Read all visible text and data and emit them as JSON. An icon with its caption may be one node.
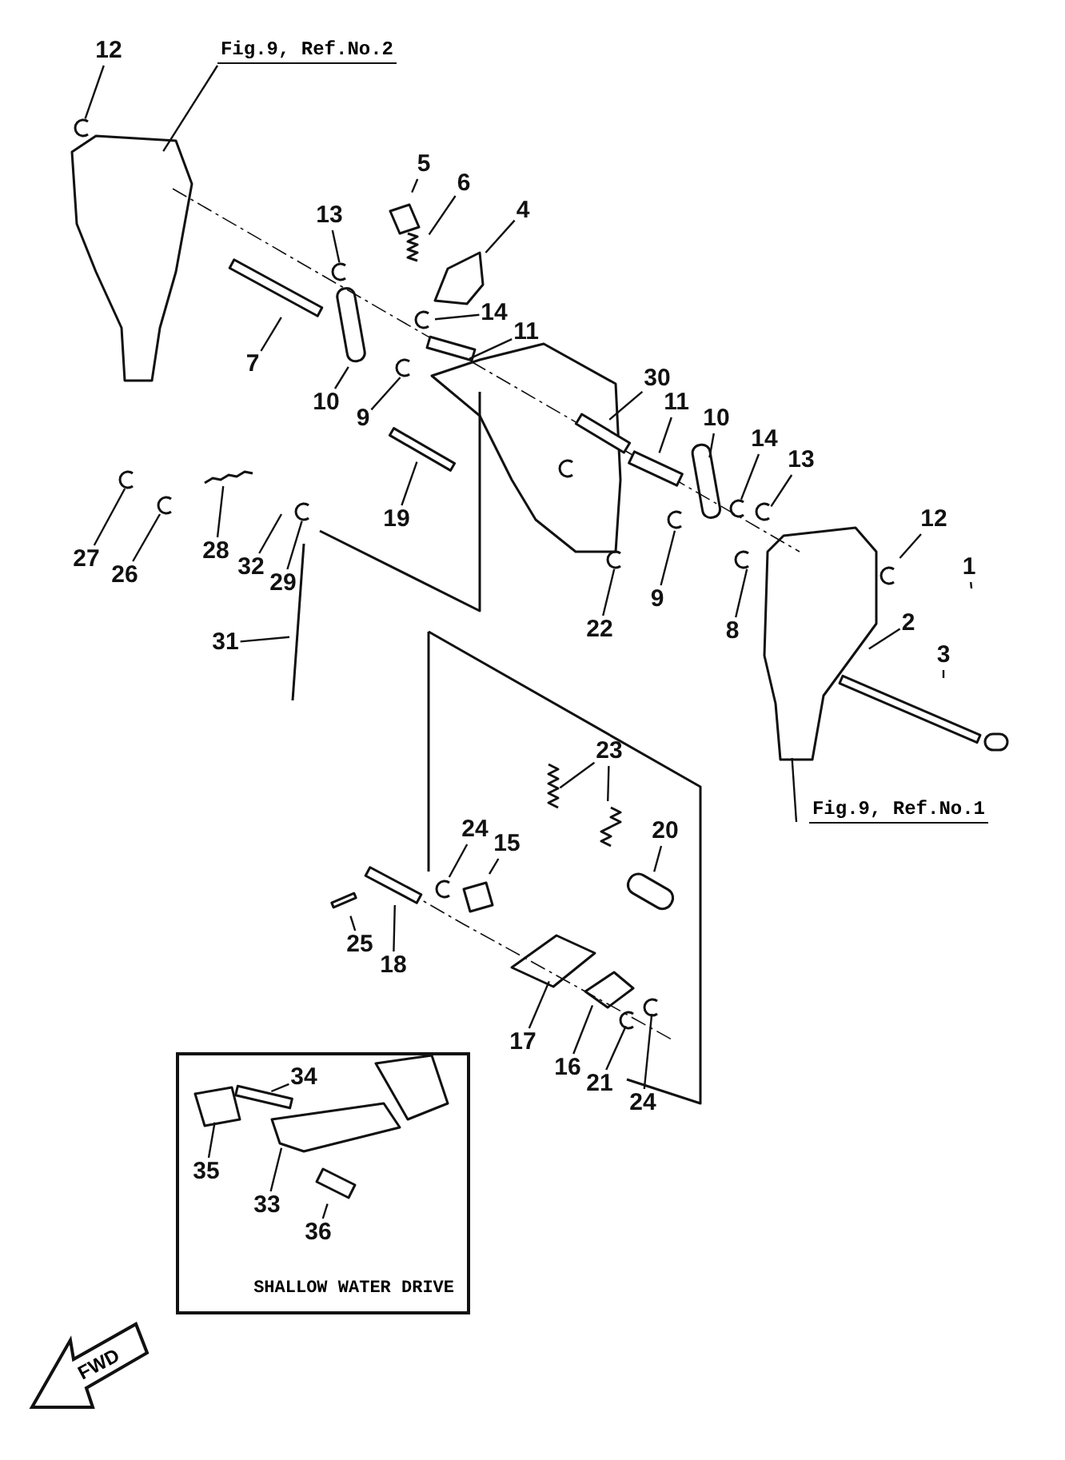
{
  "diagram": {
    "nodes": [
      {
        "text": [
          "12"
        ]
      },
      {
        "text": [
          "Fig.9, Ref.No.2"
        ]
      },
      {
        "text": [
          "5"
        ]
      },
      {
        "text": [
          "6"
        ]
      },
      {
        "text": [
          "4"
        ]
      },
      {
        "text": [
          "13"
        ]
      },
      {
        "text": [
          "14"
        ]
      },
      {
        "text": [
          "7"
        ]
      },
      {
        "text": [
          "11"
        ]
      },
      {
        "text": [
          "10"
        ]
      },
      {
        "text": [
          "9"
        ]
      },
      {
        "text": [
          "30"
        ]
      },
      {
        "text": [
          "11"
        ]
      },
      {
        "text": [
          "10"
        ]
      },
      {
        "text": [
          "14"
        ]
      },
      {
        "text": [
          "13"
        ]
      },
      {
        "text": [
          "19"
        ]
      },
      {
        "text": [
          "27"
        ]
      },
      {
        "text": [
          "26"
        ]
      },
      {
        "text": [
          "28"
        ]
      },
      {
        "text": [
          "32"
        ]
      },
      {
        "text": [
          "29"
        ]
      },
      {
        "text": [
          "31"
        ]
      },
      {
        "text": [
          "22"
        ]
      },
      {
        "text": [
          "9"
        ]
      },
      {
        "text": [
          "8"
        ]
      },
      {
        "text": [
          "12"
        ]
      },
      {
        "text": [
          "1"
        ]
      },
      {
        "text": [
          "2"
        ]
      },
      {
        "text": [
          "3"
        ]
      },
      {
        "text": [
          "Fig.9, Ref.No.1"
        ]
      },
      {
        "text": [
          "23"
        ]
      },
      {
        "text": [
          "24"
        ]
      },
      {
        "text": [
          "15"
        ]
      },
      {
        "text": [
          "20"
        ]
      },
      {
        "text": [
          "25"
        ]
      },
      {
        "text": [
          "18"
        ]
      },
      {
        "text": [
          "17"
        ]
      },
      {
        "text": [
          "16"
        ]
      },
      {
        "text": [
          "21"
        ]
      },
      {
        "text": [
          "24"
        ]
      },
      {
        "text": [
          "SHALLOW WATER DRIVE"
        ]
      },
      {
        "text": [
          "34"
        ],
        "in": 41
      },
      {
        "text": [
          "35"
        ],
        "in": 41
      },
      {
        "text": [
          "33"
        ],
        "in": 41
      },
      {
        "text": [
          "36"
        ],
        "in": 41
      }
    ],
    "edges": [
      {
        "from": 0,
        "to": null,
        "arrow": "none"
      },
      {
        "from": 1,
        "to": null,
        "arrow": "none"
      },
      {
        "from": 2,
        "to": null,
        "arrow": "none"
      },
      {
        "from": 3,
        "to": null,
        "arrow": "none"
      },
      {
        "from": 4,
        "to": null,
        "arrow": "none"
      },
      {
        "from": 5,
        "to": null,
        "arrow": "none"
      },
      {
        "from": 6,
        "to": null,
        "arrow": "none"
      },
      {
        "from": 7,
        "to": null,
        "arrow": "none"
      },
      {
        "from": 8,
        "to": null,
        "arrow": "none"
      },
      {
        "from": 9,
        "to": null,
        "arrow": "none"
      },
      {
        "from": 10,
        "to": null,
        "arrow": "none"
      },
      {
        "from": 11,
        "to": null,
        "arrow": "none"
      },
      {
        "from": 12,
        "to": null,
        "arrow": "none"
      },
      {
        "from": 13,
        "to": null,
        "arrow": "none"
      },
      {
        "from": 14,
        "to": null,
        "arrow": "none"
      },
      {
        "from": 15,
        "to": null,
        "arrow": "none"
      },
      {
        "from": 16,
        "to": null,
        "arrow": "none"
      },
      {
        "from": 17,
        "to": null,
        "arrow": "none"
      },
      {
        "from": 18,
        "to": null,
        "arrow": "none"
      },
      {
        "from": 19,
        "to": null,
        "arrow": "none"
      },
      {
        "from": 20,
        "to": null,
        "arrow": "none"
      },
      {
        "from": 21,
        "to": null,
        "arrow": "none"
      },
      {
        "from": 22,
        "to": null,
        "arrow": "none"
      },
      {
        "from": 23,
        "to": null,
        "arrow": "none"
      },
      {
        "from": 24,
        "to": null,
        "arrow": "none"
      },
      {
        "from": 25,
        "to": null,
        "arrow": "none"
      },
      {
        "from": 26,
        "to": null,
        "arrow": "none"
      },
      {
        "from": 27,
        "to": null,
        "arrow": "none"
      },
      {
        "from": 28,
        "to": null,
        "arrow": "none"
      },
      {
        "from": 29,
        "to": null,
        "arrow": "none"
      },
      {
        "from": 30,
        "to": null,
        "arrow": "none"
      },
      {
        "from": 31,
        "to": null,
        "arrow": "none"
      },
      {
        "from": 31,
        "to": null,
        "arrow": "none"
      },
      {
        "from": 32,
        "to": null,
        "arrow": "none"
      },
      {
        "from": 33,
        "to": null,
        "arrow": "none"
      },
      {
        "from": 34,
        "to": null,
        "arrow": "none"
      },
      {
        "from": 35,
        "to": null,
        "arrow": "none"
      },
      {
        "from": 36,
        "to": null,
        "arrow": "none"
      },
      {
        "from": 37,
        "to": null,
        "arrow": "none"
      },
      {
        "from": 38,
        "to": null,
        "arrow": "none"
      },
      {
        "from": 39,
        "to": null,
        "arrow": "none"
      },
      {
        "from": 40,
        "to": null,
        "arrow": "none"
      },
      {
        "from": 42,
        "to": null,
        "arrow": "none"
      },
      {
        "from": 43,
        "to": null,
        "arrow": "none"
      },
      {
        "from": 44,
        "to": null,
        "arrow": "none"
      },
      {
        "from": 45,
        "to": null,
        "arrow": "none"
      }
    ],
    "labels": [
      "FWD"
    ]
  }
}
